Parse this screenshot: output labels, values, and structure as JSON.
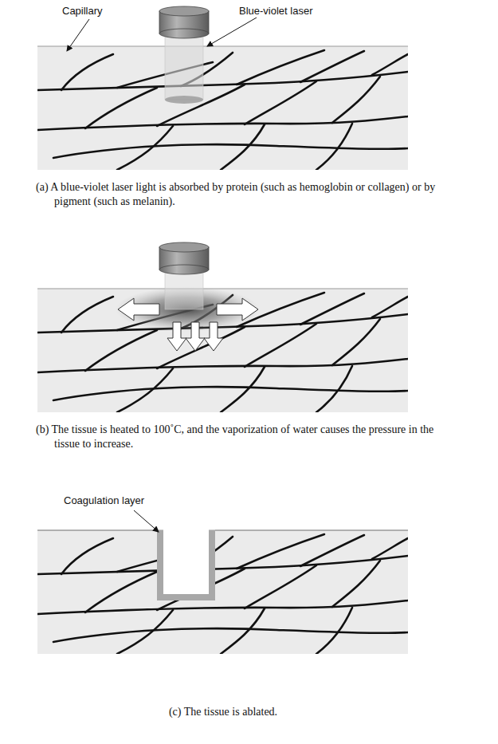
{
  "diagram": {
    "labels": [
      "Capillary",
      "Blue-violet laser",
      "(a) A blue-violet laser light is absorbed by protein (such as hemoglobin or collagen) or by pigment (such as melanin).",
      "(b) The tissue is heated to 100˚C, and the vaporization of water causes the pressure in the tissue to increase.",
      "Coagulation layer",
      "(c) The tissue is ablated."
    ]
  }
}
